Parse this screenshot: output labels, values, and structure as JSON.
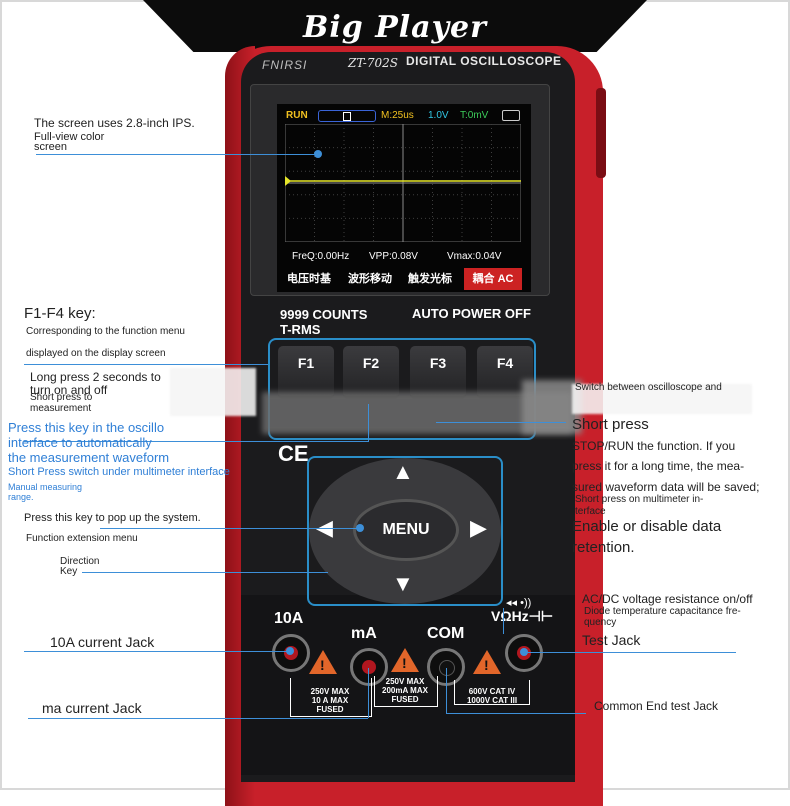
{
  "banner": {
    "title": "Big Player"
  },
  "device": {
    "brand": "FNIRSI",
    "model": "ZT-702S",
    "description": "DIGITAL OSCILLOSCOPE",
    "screen": {
      "run_label": "RUN",
      "timebase": "M:25us",
      "volts": "1.0V",
      "trigger": "T:0mV",
      "freq": "FreQ:0.00Hz",
      "vpp": "VPP:0.08V",
      "vmax": "Vmax:0.04V",
      "func_labels": [
        "电压时基",
        "波形移动",
        "触发光标",
        "耦合 AC"
      ]
    },
    "counts_line1": "9999 COUNTS",
    "counts_line2": "T-RMS",
    "auto_off": "AUTO POWER OFF",
    "fkeys": [
      "F1",
      "F2",
      "F3",
      "F4"
    ],
    "ce_mark": "CE",
    "menu_label": "MENU",
    "dir_up": "▲",
    "dir_down": "▼",
    "dir_left": "◀",
    "dir_right": "▶",
    "meter_symbols": "◂◂ •))",
    "vohm_label": "VΩHz⊣⊢",
    "jack_10a": "10A",
    "jack_ma": "mA",
    "jack_com": "COM",
    "rating_10a": [
      "250V MAX",
      "10 A MAX",
      "FUSED"
    ],
    "rating_ma": [
      "250V MAX",
      "200mA MAX",
      "FUSED"
    ],
    "rating_com": [
      "600V CAT IV",
      "1000V CAT III"
    ],
    "warn_symbol": "!"
  },
  "annotations": {
    "screen_line1": "The screen uses 2.8-inch IPS.",
    "screen_line2": "Full-view color",
    "screen_line3": "screen",
    "fkey_title": "F1-F4 key:",
    "fkey_desc1": "Corresponding to the function menu",
    "fkey_desc2": "displayed on the display screen",
    "long_press1": "Long press 2 seconds to",
    "long_press2": "turn on and off",
    "short_press_measure1": "Short press to",
    "short_press_measure2": "measurement",
    "osc_press1": "Press this key in the oscillo",
    "osc_press2": "interface to automatically",
    "osc_press3": "the measurement waveform",
    "mm_short1": "Short Press switch under multimeter interface",
    "manual1": "Manual measuring",
    "manual2": "range.",
    "popup": "Press this key to pop up the system.",
    "func_ext": "Function extension menu",
    "direction1": "Direction",
    "direction2": "Key",
    "jack10a": "10A current Jack",
    "jackma": "ma current Jack",
    "switch_osc": "Switch between oscilloscope and",
    "short_press_title": "Short press",
    "stop_run1": "STOP/RUN the function. If you",
    "stop_run2": "press it for a long time, the mea-",
    "stop_run3": "sured waveform data will be saved;",
    "short_mm1": "Short press on multimeter in-",
    "short_mm2": "terface",
    "enable1": "Enable or disable data",
    "enable2": "retention.",
    "acdc1": "AC/DC voltage resistance on/off",
    "acdc2": "Diode temperature capacitance fre-",
    "acdc3": "quency",
    "test_jack": "Test Jack",
    "common_jack": "Common End test Jack"
  },
  "colors": {
    "accent_blue": "#2a8ec8",
    "device_red": "#c8202a",
    "trace_yellow": "#e6e62a",
    "screen_run_yellow": "#f0c020",
    "screen_cyan": "#32c8e6",
    "screen_green": "#3ccc5a"
  }
}
